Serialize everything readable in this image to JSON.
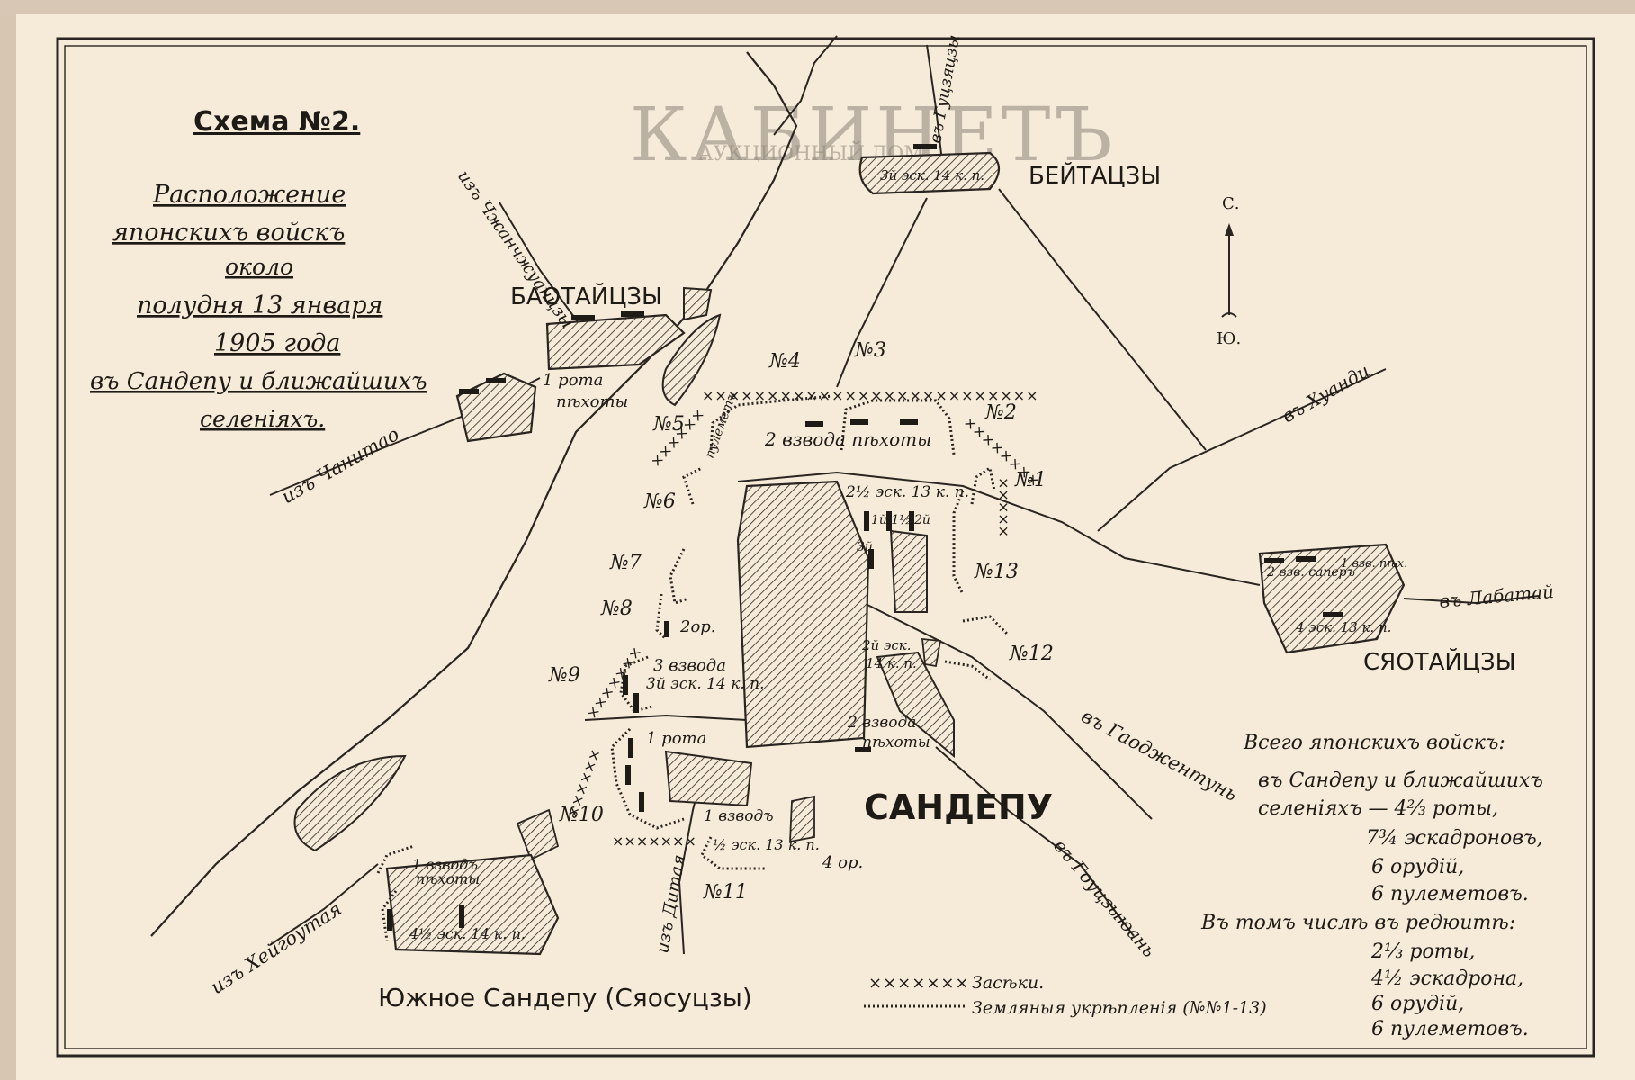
{
  "watermark": {
    "brand": "КАБИНЕТЪ",
    "subtitle": "АУКЦИОННЫЙ ДОМ"
  },
  "title": {
    "scheme": "Схема №2.",
    "lines": [
      "Расположение",
      "японскихъ войскъ",
      "около",
      "полудня 13 января",
      "1905 года",
      "въ Сандепу и ближайшихъ",
      "селенiяхъ."
    ]
  },
  "compass": {
    "north": "С.",
    "south": "Ю."
  },
  "places": {
    "beitatszy": "БЕЙТАЦЗЫ",
    "baotaitszy": "БАОТАЙЦЗЫ",
    "syaotaitszy": "СЯОТАЙЦЗЫ",
    "sandepu": "САНДЕПУ",
    "south_sandepu": "Южное Сандепу (Сяосуцзы)"
  },
  "roads": {
    "from_chanitao": "изъ Чанитао",
    "from_chzhanchzhuantszy": "изъ Чжанчжуанцзы",
    "to_gutszyatszy": "въ Гуцзяцзы",
    "to_khuandi": "въ Хуанди",
    "to_labatai": "въ Лабатай",
    "to_gaodzhentun": "въ Гаоджентунь",
    "to_goutszyudzyan": "въ Гоуцзыюань",
    "from_ditai": "изъ Дитая",
    "from_kheigoutai": "изъ Хейгоутая"
  },
  "redoubts": [
    "№1",
    "№2",
    "№3",
    "№4",
    "№5",
    "№6",
    "№7",
    "№8",
    "№9",
    "№10",
    "№11",
    "№12",
    "№13"
  ],
  "units": {
    "beitatszy_unit": "3й эск. 14 к. п.",
    "baotai_rota": "1 рота",
    "baotai_pekhoty": "пѣхоты",
    "pulemet": "пулеметъ",
    "two_platoons_north": "2 взвода пѣхоты",
    "east_squadrons": "2½ эск. 13 к. п.",
    "guns_1": "1й 1½",
    "guns_2": "2й",
    "guns_3": "3й",
    "two_guns": "2ор.",
    "three_platoons": "3 взвода",
    "three_platoons_sub": "3й эск. 14 к. п.",
    "east_center": "2й эск.",
    "east_center_sub": "14 к. п.",
    "two_platoons_south": "2 взвода",
    "two_platoons_south_sub": "пѣхоты",
    "one_rota": "1 рота",
    "one_platoon": "1 взводъ",
    "half_squadron": "½ эск. 13 к. п.",
    "four_guns": "4 ор.",
    "syaotai_sapper": "2 взв. саперъ",
    "syaotai_infantry": "1 взв. пѣх.",
    "syaotai_squadron": "4 эск. 13 к. п.",
    "south_platoon": "1 взводъ",
    "south_platoon_sub": "пѣхоты",
    "south_squadron": "4½ эск. 14 к. п."
  },
  "summary": {
    "heading": "Всего японскихъ войскъ:",
    "lines": [
      "въ Сандепу и ближайшихъ",
      "селенiяхъ — 4⅔ роты,",
      "7¾ эскадроновъ,",
      "6 орудiй,",
      "6 пулеметовъ."
    ],
    "redoubt_heading": "Въ томъ числѣ въ редюитѣ:",
    "redoubt_lines": [
      "2⅓ роты,",
      "4½ эскадрона,",
      "6 орудiй,",
      "6 пулеметовъ."
    ]
  },
  "legend": {
    "abatis": "Засѣки.",
    "earthworks": "Земляныя укрѣпленiя (№№1-13)"
  },
  "colors": {
    "ink": "#1e1a16",
    "paper": "#f6ead8",
    "border": "#2a2520"
  }
}
